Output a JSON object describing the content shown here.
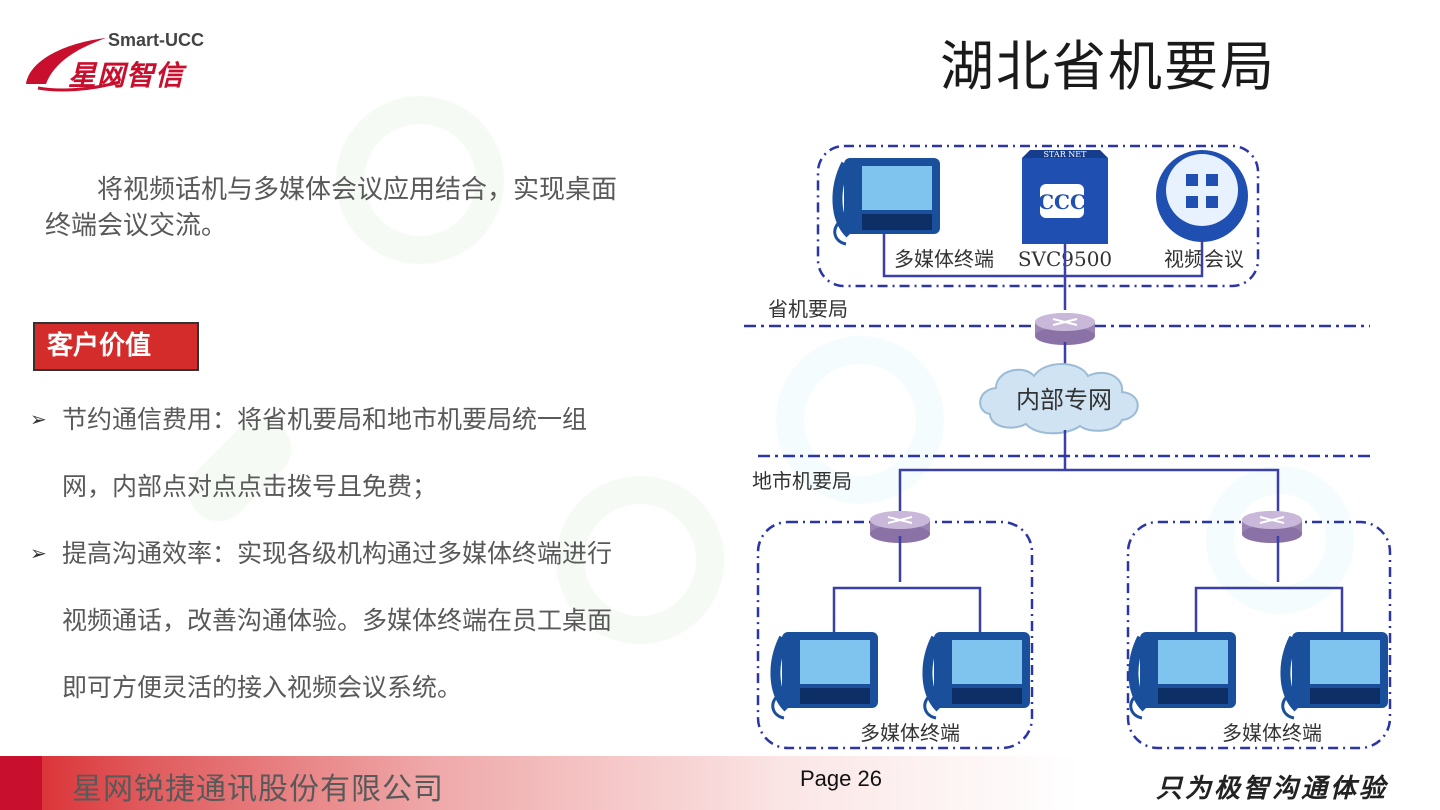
{
  "header": {
    "logo_en": "Smart-UCC",
    "logo_cn": "星网智信",
    "title": "湖北省机要局"
  },
  "intro_text": "将视频话机与多媒体会议应用结合，实现桌面终端会议交流。",
  "value_section": {
    "heading": "客户价值",
    "bullets": [
      "节约通信费用：将省机要局和地市机要局统一组网，内部点对点点击拨号且免费；",
      "提高沟通效率：实现各级机构通过多媒体终端进行视频通话，改善沟通体验。多媒体终端在员工桌面即可方便灵活的接入视频会议系统。"
    ]
  },
  "diagram": {
    "top_labels": {
      "terminal": "多媒体终端",
      "server": "SVC9500",
      "conference": "视频会议"
    },
    "server_brand": "STAR NET",
    "server_badge": "CCC",
    "province_label": "省机要局",
    "cloud_label": "内部专网",
    "city_label": "地市机要局",
    "left_group_label": "多媒体终端",
    "right_group_label": "多媒体终端"
  },
  "footer": {
    "company": "星网锐捷通讯股份有限公司",
    "page": "Page 26",
    "slogan": "只为极智沟通体验"
  },
  "colors": {
    "accent_red": "#d42b2b",
    "line_blue": "#3b3fa8",
    "dash_blue": "#2c35a6"
  }
}
